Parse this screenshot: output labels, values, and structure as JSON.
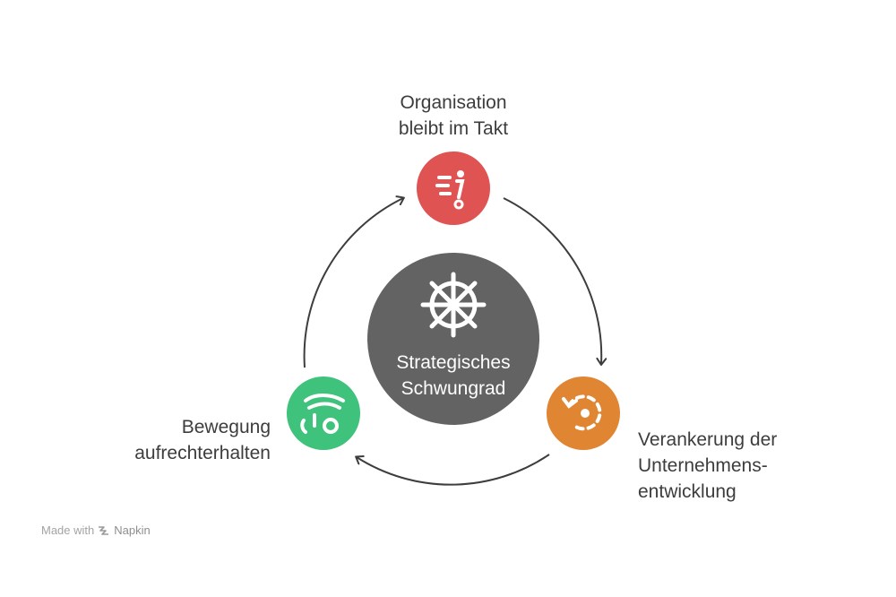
{
  "center": {
    "line1": "Strategisches",
    "line2": "Schwungrad"
  },
  "nodes": [
    {
      "id": "top",
      "line1": "Organisation",
      "line2": "bleibt im Takt",
      "color": "#e05353",
      "icon": "person-speaking-icon"
    },
    {
      "id": "right",
      "line1": "Verankerung der",
      "line2": "Unternehmens-",
      "line3": "entwicklung",
      "color": "#e08532",
      "icon": "rotate-cycle-icon"
    },
    {
      "id": "left",
      "line1": "Bewegung",
      "line2": "aufrechterhalten",
      "color": "#3fc27c",
      "icon": "hand-wheel-icon"
    }
  ],
  "center_color": "#636363",
  "watermark": {
    "prefix": "Made with",
    "brand": "Napkin"
  }
}
